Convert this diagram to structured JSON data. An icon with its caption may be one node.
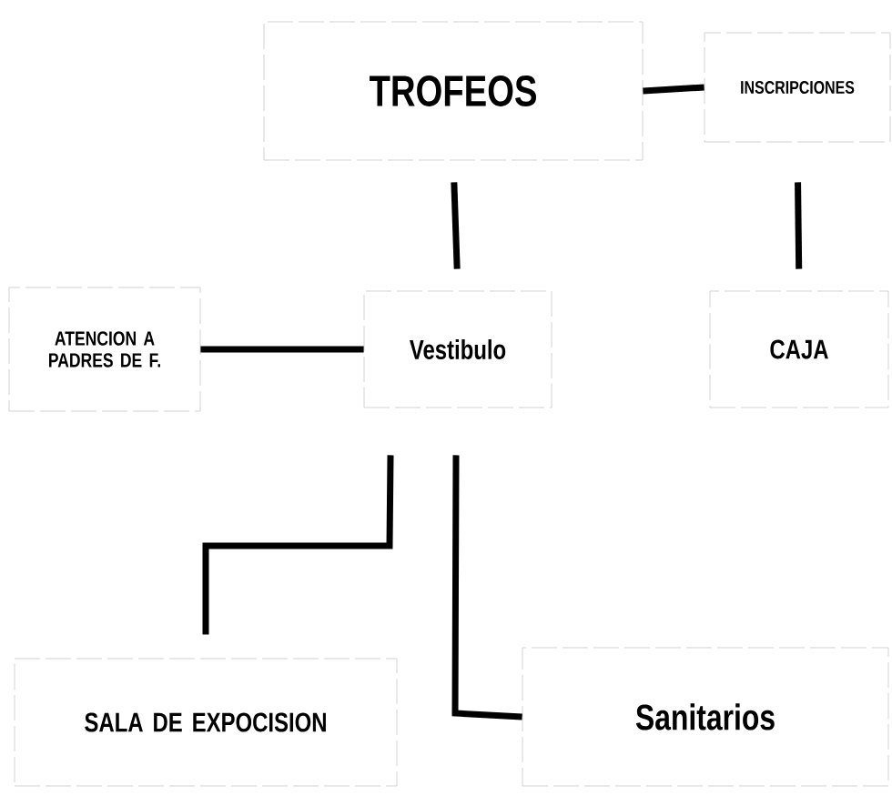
{
  "diagram": {
    "nodes": [
      {
        "text": [
          "TROFEOS"
        ]
      },
      {
        "text": [
          "INSCRIPCIONES"
        ]
      },
      {
        "text": [
          "ATENCION A PADRES DE F."
        ]
      },
      {
        "text": [
          "Vestibulo"
        ]
      },
      {
        "text": [
          "CAJA"
        ]
      },
      {
        "text": [
          "SALA DE EXPOCISION"
        ]
      },
      {
        "text": [
          "Sanitarios"
        ]
      }
    ],
    "edges": [
      {
        "from": 0,
        "to": 1,
        "arrow": "none"
      },
      {
        "from": 0,
        "to": 3,
        "arrow": "none"
      },
      {
        "from": 1,
        "to": 4,
        "arrow": "none"
      },
      {
        "from": 2,
        "to": 3,
        "arrow": "none"
      },
      {
        "from": 3,
        "to": 5,
        "arrow": "none"
      },
      {
        "from": 3,
        "to": 6,
        "arrow": "none"
      }
    ]
  }
}
